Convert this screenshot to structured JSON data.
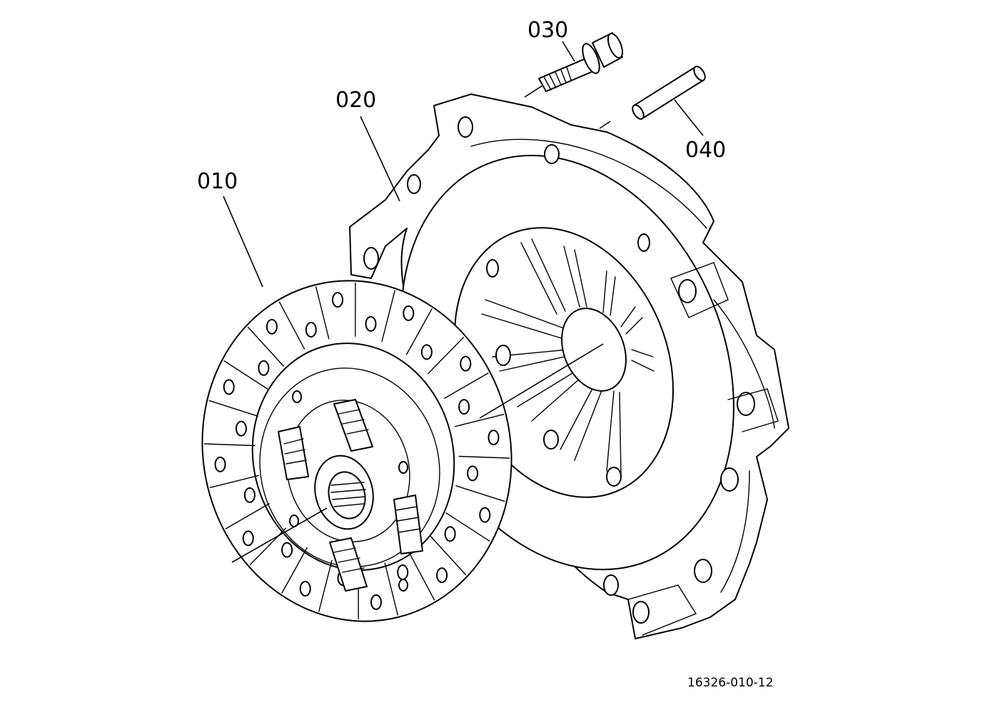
{
  "diagram": {
    "labels": {
      "part_010": "010",
      "part_020": "020",
      "part_030": "030",
      "part_040": "040"
    },
    "reference_number": "16326-010-12"
  }
}
